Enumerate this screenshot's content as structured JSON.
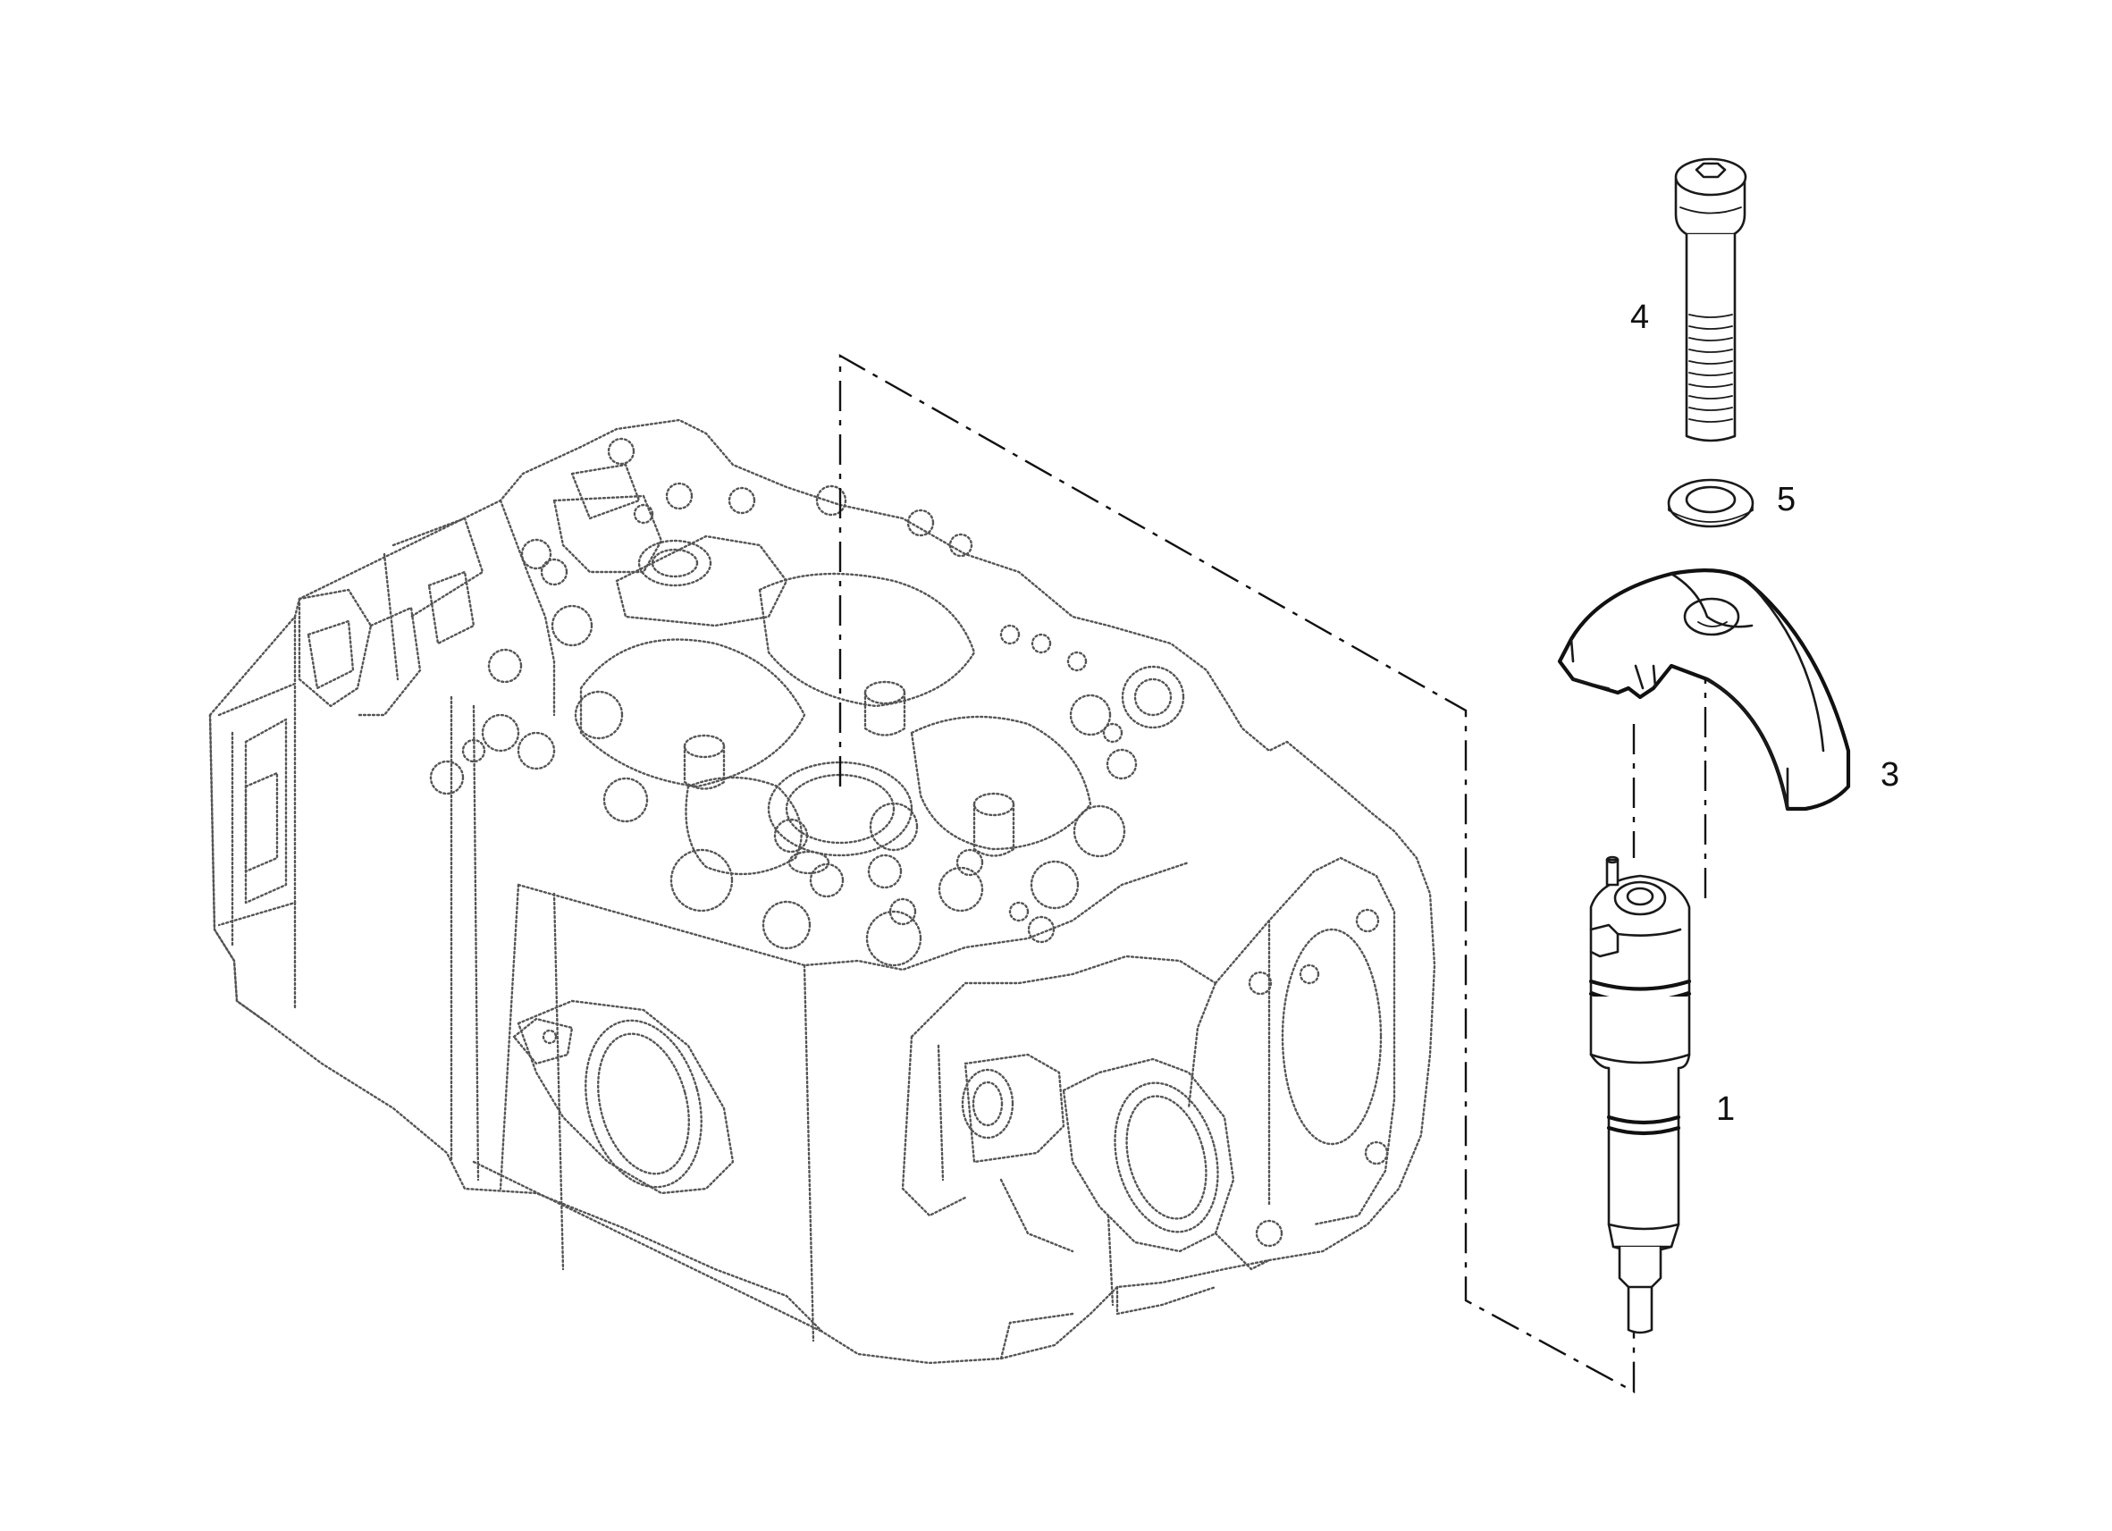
{
  "diagram": {
    "parts": [
      {
        "number": "1"
      },
      {
        "number": "3"
      },
      {
        "number": "4"
      },
      {
        "number": "5"
      }
    ]
  }
}
